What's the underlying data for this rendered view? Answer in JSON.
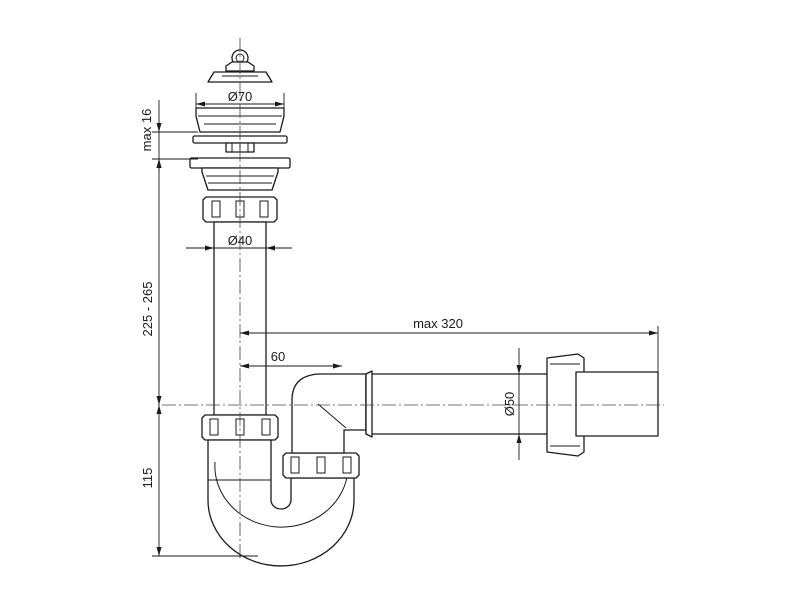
{
  "dimensions": {
    "flange_diameter": "Ø70",
    "pipe_diameter": "Ø40",
    "outlet_diameter": "Ø50",
    "plug_height": "max 16",
    "height_range": "225 - 265",
    "trap_depth": "115",
    "horizontal_reach": "max 320",
    "offset": "60"
  },
  "colors": {
    "line": "#1a1a1a",
    "background": "#ffffff"
  }
}
